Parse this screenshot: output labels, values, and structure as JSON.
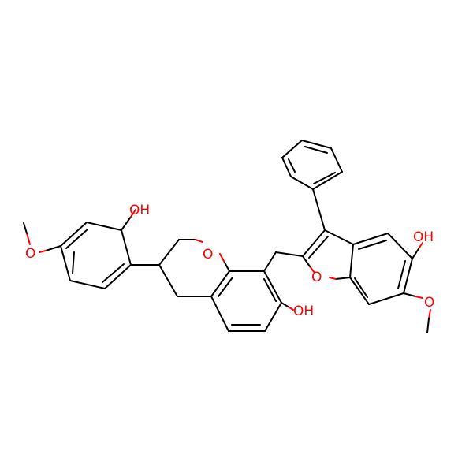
{
  "atom_labels": {
    "oh_top_left": "OH",
    "o_methoxy_left": "O",
    "o_chroman_ring": "O",
    "oh_chroman": "OH",
    "o_furan": "O",
    "oh_benzofuran": "OH",
    "o_methoxy_right": "O"
  },
  "colors": {
    "bond": "#000000",
    "oxygen": "#ff0000",
    "background": "#ffffff"
  }
}
